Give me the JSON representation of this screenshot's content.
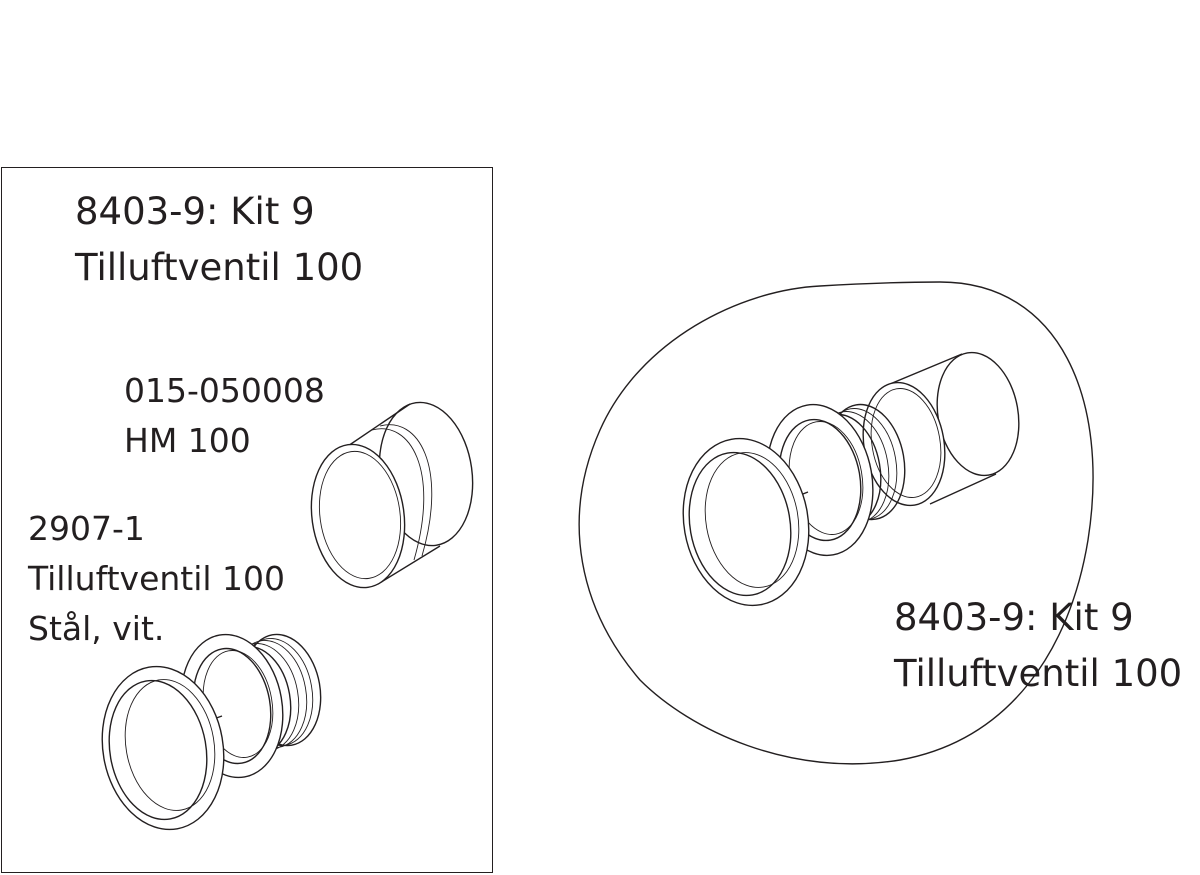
{
  "left_panel": {
    "title_line1": "8403-9: Kit 9",
    "title_line2": "Tilluftventil 100",
    "part_a": {
      "code": "015-050008",
      "name": "HM 100"
    },
    "part_b": {
      "code": "2907-1",
      "name": "Tilluftventil 100",
      "material": "Stål, vit."
    }
  },
  "right_panel": {
    "title_line1": "8403-9: Kit 9",
    "title_line2": "Tilluftventil 100"
  }
}
